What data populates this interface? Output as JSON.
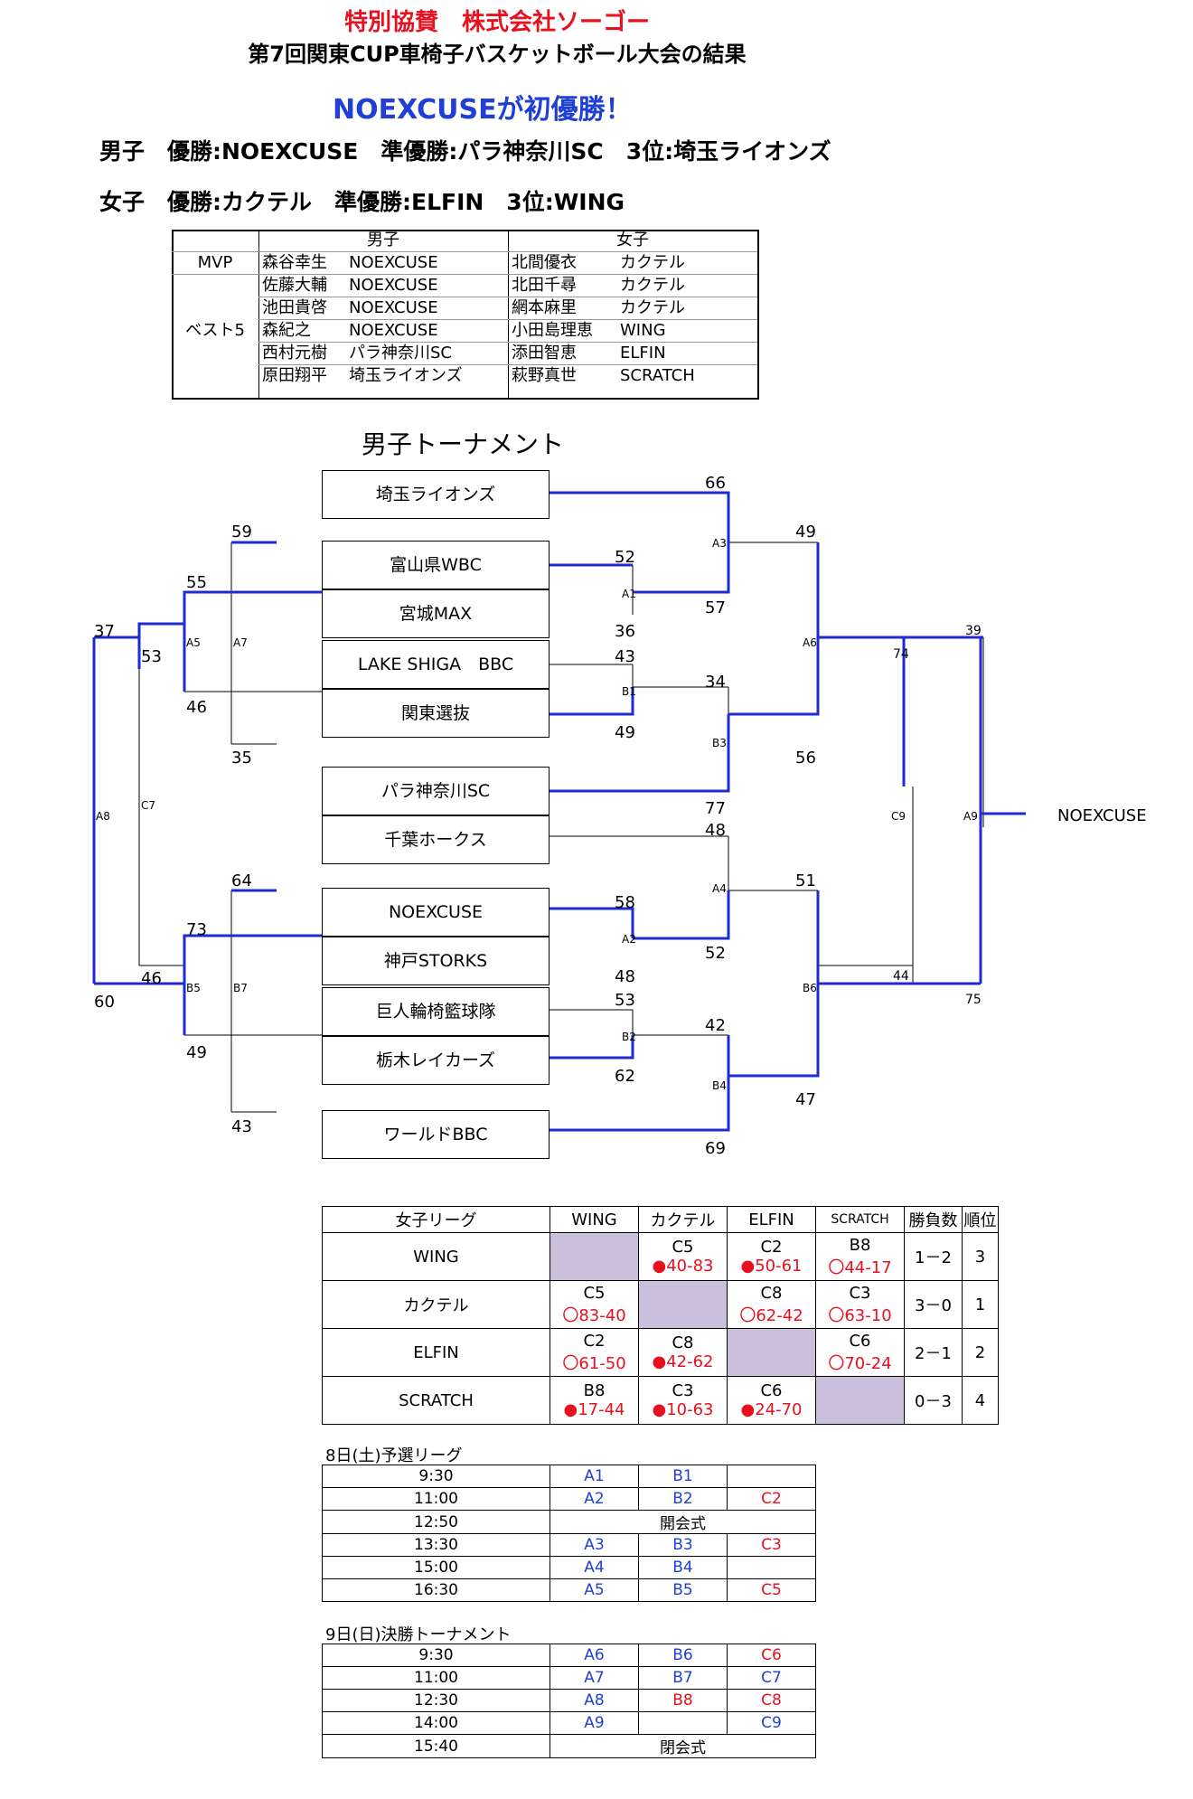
{
  "header": {
    "sponsor": "特別協賛　株式会社ソーゴー",
    "subtitle": "第7回関東CUP車椅子バスケットボール大会の結果",
    "headline": "NOEXCUSEが初優勝！",
    "men_result": "男子　優勝:NOEXCUSE　準優勝:パラ神奈川SC　3位:埼玉ライオンズ",
    "women_result": "女子　優勝:カクテル　準優勝:ELFIN　3位:WING"
  },
  "awards": {
    "col_men": "男子",
    "col_women": "女子",
    "mvp_label": "MVP",
    "best5_label": "ベスト5",
    "rows": [
      {
        "m_name": "森谷幸生",
        "m_team": "NOEXCUSE",
        "w_name": "北間優衣",
        "w_team": "カクテル"
      },
      {
        "m_name": "佐藤大輔",
        "m_team": "NOEXCUSE",
        "w_name": "北田千尋",
        "w_team": "カクテル"
      },
      {
        "m_name": "池田貴啓",
        "m_team": "NOEXCUSE",
        "w_name": "網本麻里",
        "w_team": "カクテル"
      },
      {
        "m_name": "森紀之",
        "m_team": "NOEXCUSE",
        "w_name": "小田島理恵",
        "w_team": "WING"
      },
      {
        "m_name": "西村元樹",
        "m_team": "パラ神奈川SC",
        "w_name": "添田智恵",
        "w_team": "ELFIN"
      },
      {
        "m_name": "原田翔平",
        "m_team": "埼玉ライオンズ",
        "w_name": "萩野真世",
        "w_team": "SCRATCH"
      }
    ]
  },
  "bracket": {
    "title": "男子トーナメント",
    "teams": [
      "埼玉ライオンズ",
      "富山県WBC",
      "宮城MAX",
      "LAKE SHIGA　BBC",
      "関東選抜",
      "パラ神奈川SC",
      "千葉ホークス",
      "NOEXCUSE",
      "神戸STORKS",
      "巨人輪椅籃球隊",
      "栃木レイカーズ",
      "ワールドBBC"
    ],
    "winner": "NOEXCUSE",
    "games": {
      "A1": "A1",
      "A2": "A2",
      "A3": "A3",
      "A4": "A4",
      "A5": "A5",
      "A6": "A6",
      "A7": "A7",
      "A8": "A8",
      "A9": "A9",
      "B1": "B1",
      "B2": "B2",
      "B3": "B3",
      "B4": "B4",
      "B5": "B5",
      "B6": "B6",
      "B7": "B7",
      "C7": "C7",
      "C9": "C9"
    },
    "scores": {
      "s66": "66",
      "s49a": "49",
      "s52a": "52",
      "s57": "57",
      "s36": "36",
      "s43a": "43",
      "s34": "34",
      "s49b": "49",
      "s56": "56",
      "s77": "77",
      "s48a": "48",
      "s51": "51",
      "s58": "58",
      "s52b": "52",
      "s48b": "48",
      "s53b": "53",
      "s42": "42",
      "s62": "62",
      "s47": "47",
      "s69": "69",
      "s39": "39",
      "s74": "74",
      "s44": "44",
      "s75": "75",
      "s59": "59",
      "s55": "55",
      "s37": "37",
      "s53a": "53",
      "s46a": "46",
      "s35": "35",
      "s64": "64",
      "s73": "73",
      "s46b": "46",
      "s60": "60",
      "s49c": "49",
      "s43b": "43"
    }
  },
  "league": {
    "header": [
      "女子リーグ",
      "WING",
      "カクテル",
      "ELFIN",
      "SCRATCH",
      "勝負数",
      "順位"
    ],
    "rows": [
      {
        "team": "WING",
        "c": [
          null,
          {
            "g": "C5",
            "r": "●40-83"
          },
          {
            "g": "C2",
            "r": "●50-61"
          },
          {
            "g": "B8",
            "r": "〇44-17"
          }
        ],
        "wl": "1－2",
        "rank": "3"
      },
      {
        "team": "カクテル",
        "c": [
          {
            "g": "C5",
            "r": "〇83-40"
          },
          null,
          {
            "g": "C8",
            "r": "〇62-42"
          },
          {
            "g": "C3",
            "r": "〇63-10"
          }
        ],
        "wl": "3－0",
        "rank": "1"
      },
      {
        "team": "ELFIN",
        "c": [
          {
            "g": "C2",
            "r": "〇61-50"
          },
          {
            "g": "C8",
            "r": "●42-62"
          },
          null,
          {
            "g": "C6",
            "r": "〇70-24"
          }
        ],
        "wl": "2－1",
        "rank": "2"
      },
      {
        "team": "SCRATCH",
        "c": [
          {
            "g": "B8",
            "r": "●17-44"
          },
          {
            "g": "C3",
            "r": "●10-63"
          },
          {
            "g": "C6",
            "r": "●24-70"
          },
          null
        ],
        "wl": "0－3",
        "rank": "4"
      }
    ]
  },
  "schedule1": {
    "title": "8日(土)予選リーグ",
    "rows": [
      {
        "time": "9:30",
        "a": "A1",
        "b": "B1",
        "c": ""
      },
      {
        "time": "11:00",
        "a": "A2",
        "b": "B2",
        "c": "C2"
      },
      {
        "time": "12:50",
        "span": "開会式"
      },
      {
        "time": "13:30",
        "a": "A3",
        "b": "B3",
        "c": "C3"
      },
      {
        "time": "15:00",
        "a": "A4",
        "b": "B4",
        "c": ""
      },
      {
        "time": "16:30",
        "a": "A5",
        "b": "B5",
        "c": "C5"
      }
    ]
  },
  "schedule2": {
    "title": "9日(日)決勝トーナメント",
    "rows": [
      {
        "time": "9:30",
        "a": "A6",
        "b": "B6",
        "c": "C6"
      },
      {
        "time": "11:00",
        "a": "A7",
        "b": "B7",
        "c": "C7"
      },
      {
        "time": "12:30",
        "a": "A8",
        "b": "B8",
        "c": "C8",
        "bred": true
      },
      {
        "time": "14:00",
        "a": "A9",
        "b": "",
        "c": "C9"
      },
      {
        "time": "15:40",
        "span": "閉会式"
      }
    ]
  },
  "colors": {
    "accent_red": "#e8101e",
    "accent_blue": "#1f3fd6",
    "shade": "#cbc0db",
    "bracket_win": "#1f2bd0"
  }
}
